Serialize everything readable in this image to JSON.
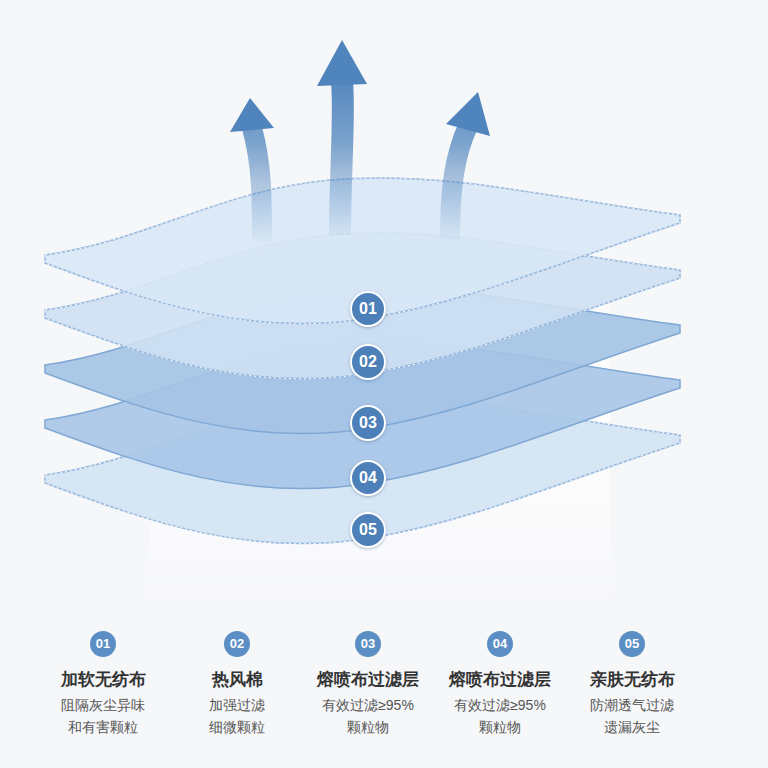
{
  "diagram": {
    "nodes": [
      {
        "text": [
          "01"
        ]
      },
      {
        "text": [
          "02"
        ]
      },
      {
        "text": [
          "03"
        ]
      },
      {
        "text": [
          "04"
        ]
      },
      {
        "text": [
          "05"
        ]
      },
      {
        "text": [
          "01",
          "加软无纺布",
          "阻隔灰尘异味 和有害颗粒"
        ]
      },
      {
        "text": [
          "02",
          "热风棉",
          "加强过滤 细微颗粒"
        ]
      },
      {
        "text": [
          "03",
          "熔喷布过滤层",
          "有效过滤≥95% 颗粒物"
        ]
      },
      {
        "text": [
          "04",
          "熔喷布过滤层",
          "有效过滤≥95% 颗粒物"
        ]
      },
      {
        "text": [
          "05",
          "亲肤无纺布",
          "防潮透气过滤 遗漏灰尘"
        ]
      }
    ]
  }
}
